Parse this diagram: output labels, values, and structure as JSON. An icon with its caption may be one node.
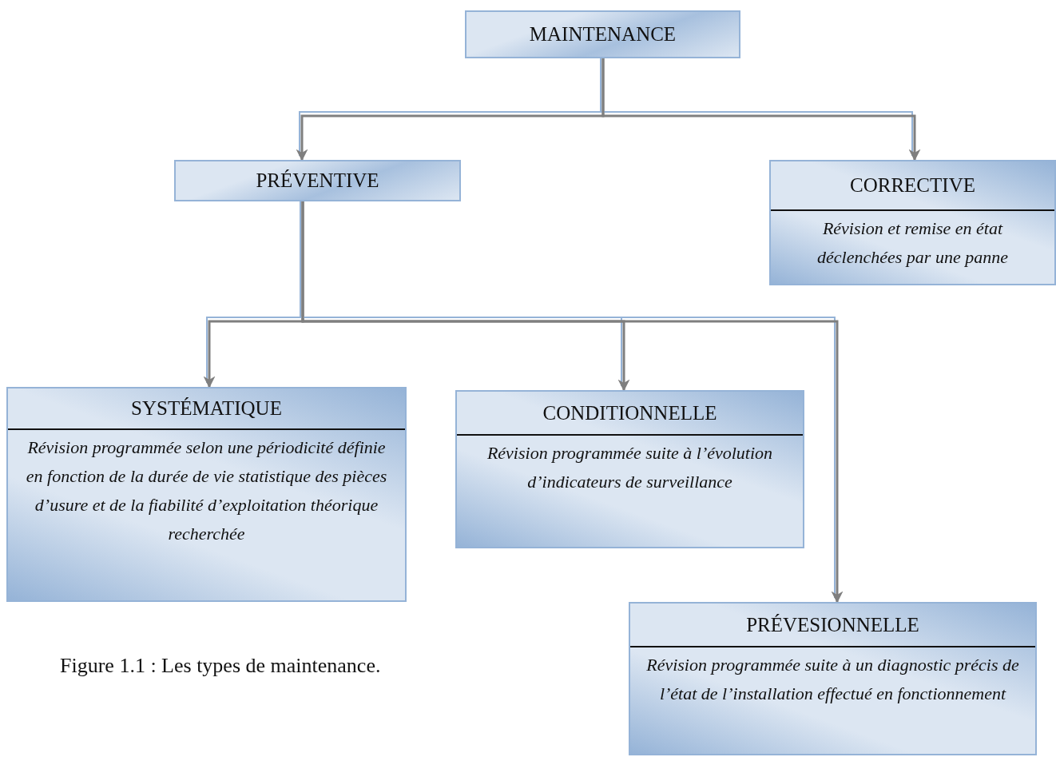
{
  "diagram": {
    "caption": "Figure 1.1 : Les types de maintenance.",
    "nodes": [
      {
        "text": [
          "MAINTENANCE"
        ]
      },
      {
        "text": [
          "PRÉVENTIVE"
        ]
      },
      {
        "text": [
          "CORRECTIVE",
          "Révision et remise en état déclenchées par une panne"
        ]
      },
      {
        "text": [
          "SYSTÉMATIQUE",
          "Révision programmée selon une périodicité définie en fonction de la durée de vie statistique des pièces d’usure et de la fiabilité d’exploitation théorique recherchée"
        ]
      },
      {
        "text": [
          "CONDITIONNELLE",
          "Révision programmée suite à l’évolution d’indicateurs de surveillance"
        ]
      },
      {
        "text": [
          "PRÉVESIONNELLE",
          "Révision programmée suite à un diagnostic précis de l’état de l’installation effectué en fonctionnement"
        ]
      }
    ],
    "edges": [
      {
        "from": 0,
        "to": 1,
        "arrow": "to"
      },
      {
        "from": 0,
        "to": 2,
        "arrow": "to"
      },
      {
        "from": 1,
        "to": 3,
        "arrow": "to"
      },
      {
        "from": 1,
        "to": 4,
        "arrow": "to"
      },
      {
        "from": 1,
        "to": 5,
        "arrow": "to"
      }
    ]
  }
}
